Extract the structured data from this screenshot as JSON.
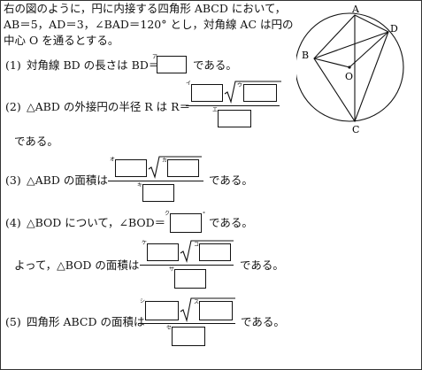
{
  "intro": {
    "line1": "右の図のように，円に内接する四角形 ABCD において，",
    "line2": "AB＝5，AD＝3，∠BAD＝120° とし，対角線 AC は円の",
    "line3": "中心 O を通るとする。"
  },
  "q1": {
    "num": "(1)",
    "text": "対角線 BD の長さは BD＝",
    "after": "である。",
    "kana": [
      "ア"
    ]
  },
  "q2": {
    "num": "(2)",
    "text": "△ABD の外接円の半径 R は R＝",
    "after": "である。",
    "kana": [
      "イ",
      "ウ",
      "エ"
    ]
  },
  "q3": {
    "num": "(3)",
    "text": "△ABD の面積は",
    "after": "である。",
    "kana": [
      "オ",
      "カ",
      "キ"
    ]
  },
  "q4": {
    "num": "(4)",
    "text": "△BOD について，∠BOD＝",
    "after": "である。",
    "kana": [
      "ク"
    ],
    "degree": "°",
    "line2_text": "よって，△BOD の面積は",
    "line2_after": "である。",
    "line2_kana": [
      "ケ",
      "コ",
      "サ"
    ]
  },
  "q5": {
    "num": "(5)",
    "text": "四角形 ABCD の面積は",
    "after": "である。",
    "kana": [
      "シ",
      "ス",
      "セ"
    ]
  },
  "figure": {
    "labels": {
      "A": "A",
      "B": "B",
      "C": "C",
      "D": "D",
      "O": "O"
    }
  }
}
